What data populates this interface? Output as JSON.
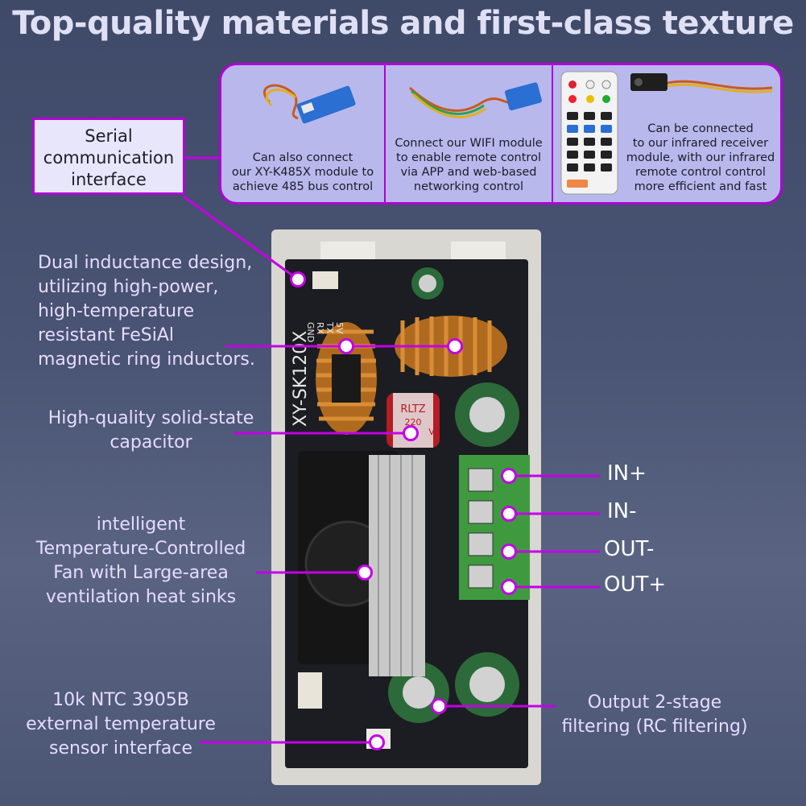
{
  "headline": "Top-quality materials and first-class texture",
  "modules": [
    {
      "caption_lines": [
        "Can also connect",
        "our XY-K485X module to",
        "achieve 485 bus control"
      ]
    },
    {
      "caption_lines": [
        "Connect our WIFI module",
        "to enable remote control",
        "via APP and web-based",
        "networking control"
      ]
    },
    {
      "caption_lines": [
        "Can be connected",
        "to our infrared receiver",
        "module, with our infrared",
        "remote control control",
        "more efficient and fast"
      ]
    }
  ],
  "callout": {
    "lines": [
      "Serial",
      "communication",
      "interface"
    ]
  },
  "features": {
    "inductor": {
      "lines": [
        "Dual inductance design,",
        "utilizing high-power,",
        "high-temperature",
        "resistant FeSiAl",
        "magnetic ring inductors."
      ]
    },
    "capacitor": {
      "lines": [
        "High-quality solid-state",
        "capacitor"
      ]
    },
    "fan": {
      "lines": [
        "intelligent",
        "Temperature-Controlled",
        "Fan with Large-area",
        "ventilation heat sinks"
      ]
    },
    "ntc": {
      "lines": [
        "10k NTC 3905B",
        "external temperature",
        "sensor interface"
      ]
    },
    "filter": {
      "lines": [
        "Output 2-stage",
        "filtering (RC filtering)"
      ]
    }
  },
  "terminals": [
    "IN+",
    "IN-",
    "OUT-",
    "OUT+"
  ],
  "board": {
    "model": "XY-SK120X",
    "pins": [
      "GND",
      "RX",
      "TX",
      "5V"
    ],
    "cap_brand": "RLTZ",
    "cap_value": "220",
    "cap_voltage": "V"
  },
  "colors": {
    "accent": "#c400e6",
    "panel": "#b9b8ec",
    "label": "#e6dcff"
  }
}
